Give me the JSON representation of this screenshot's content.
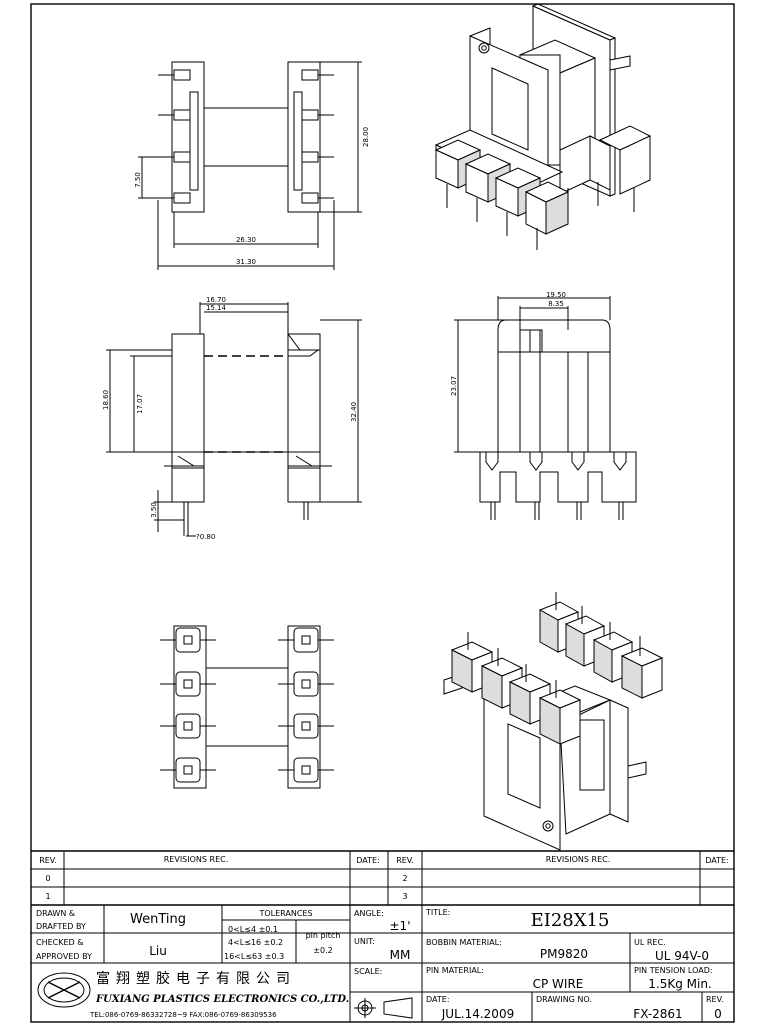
{
  "dimensions": {
    "d_2630": "26.30",
    "d_3130": "31.30",
    "d_2800": "28.00",
    "d_750": "7.50",
    "d_1670": "16.70",
    "d_1514": "15.14",
    "d_1860": "18.60",
    "d_1707": "17.07",
    "d_3240": "32.40",
    "d_350": "3.50",
    "d_pin": "?0.80",
    "d_1950": "19.50",
    "d_835": "8.35",
    "d_2307": "23.07"
  },
  "revision_table": {
    "rev_header": "REV.",
    "records_header": "REVISIONS   REC.",
    "date_header": "DATE:",
    "rows": [
      {
        "rev_left": "0",
        "rev_right": "2"
      },
      {
        "rev_left": "1",
        "rev_right": "3"
      }
    ]
  },
  "title_block": {
    "drawn_label_1": "DRAWN  &",
    "drawn_label_2": "DRAFTED BY",
    "drawn_by": "WenTing",
    "checked_label_1": "CHECKED  &",
    "checked_label_2": "APPROVED BY",
    "approved_by": "Liu",
    "tolerances_label": "TOLERANCES",
    "tol_1": "0<L≤4   ±0.1",
    "tol_2": "4<L≤16  ±0.2",
    "tol_3": "16<L≤63  ±0.3",
    "pin_pitch_label": "pin pitch",
    "pin_pitch_value": "±0.2",
    "angle_label": "ANGLE:",
    "angle_value": "±1'",
    "unit_label": "UNIT:",
    "unit_value": "MM",
    "scale_label": "SCALE:",
    "title_label": "TITLE:",
    "title_value": "EI28X15",
    "bobbin_material_label": "BOBBIN MATERIAL:",
    "bobbin_material_value": "PM9820",
    "ul_label": "UL REC.",
    "ul_value": "UL 94V-0",
    "pin_material_label": "PIN MATERIAL:",
    "pin_material_value": "CP WIRE",
    "pin_tension_label": "PIN TENSION LOAD:",
    "pin_tension_value": "1.5Kg Min.",
    "date_label": "DATE:",
    "date_value": "JUL.14.2009",
    "drawing_no_label": "DRAWING NO.",
    "drawing_no_value": "FX-2861",
    "rev_label": "REV.",
    "rev_value": "0"
  },
  "company": {
    "chinese_name": "富翔塑胶电子有限公司",
    "english_name": "FUXIANG PLASTICS ELECTRONICS CO.,LTD.",
    "contact": "TEL:086-0769-86332728~9  FAX:086-0769-86309536"
  }
}
